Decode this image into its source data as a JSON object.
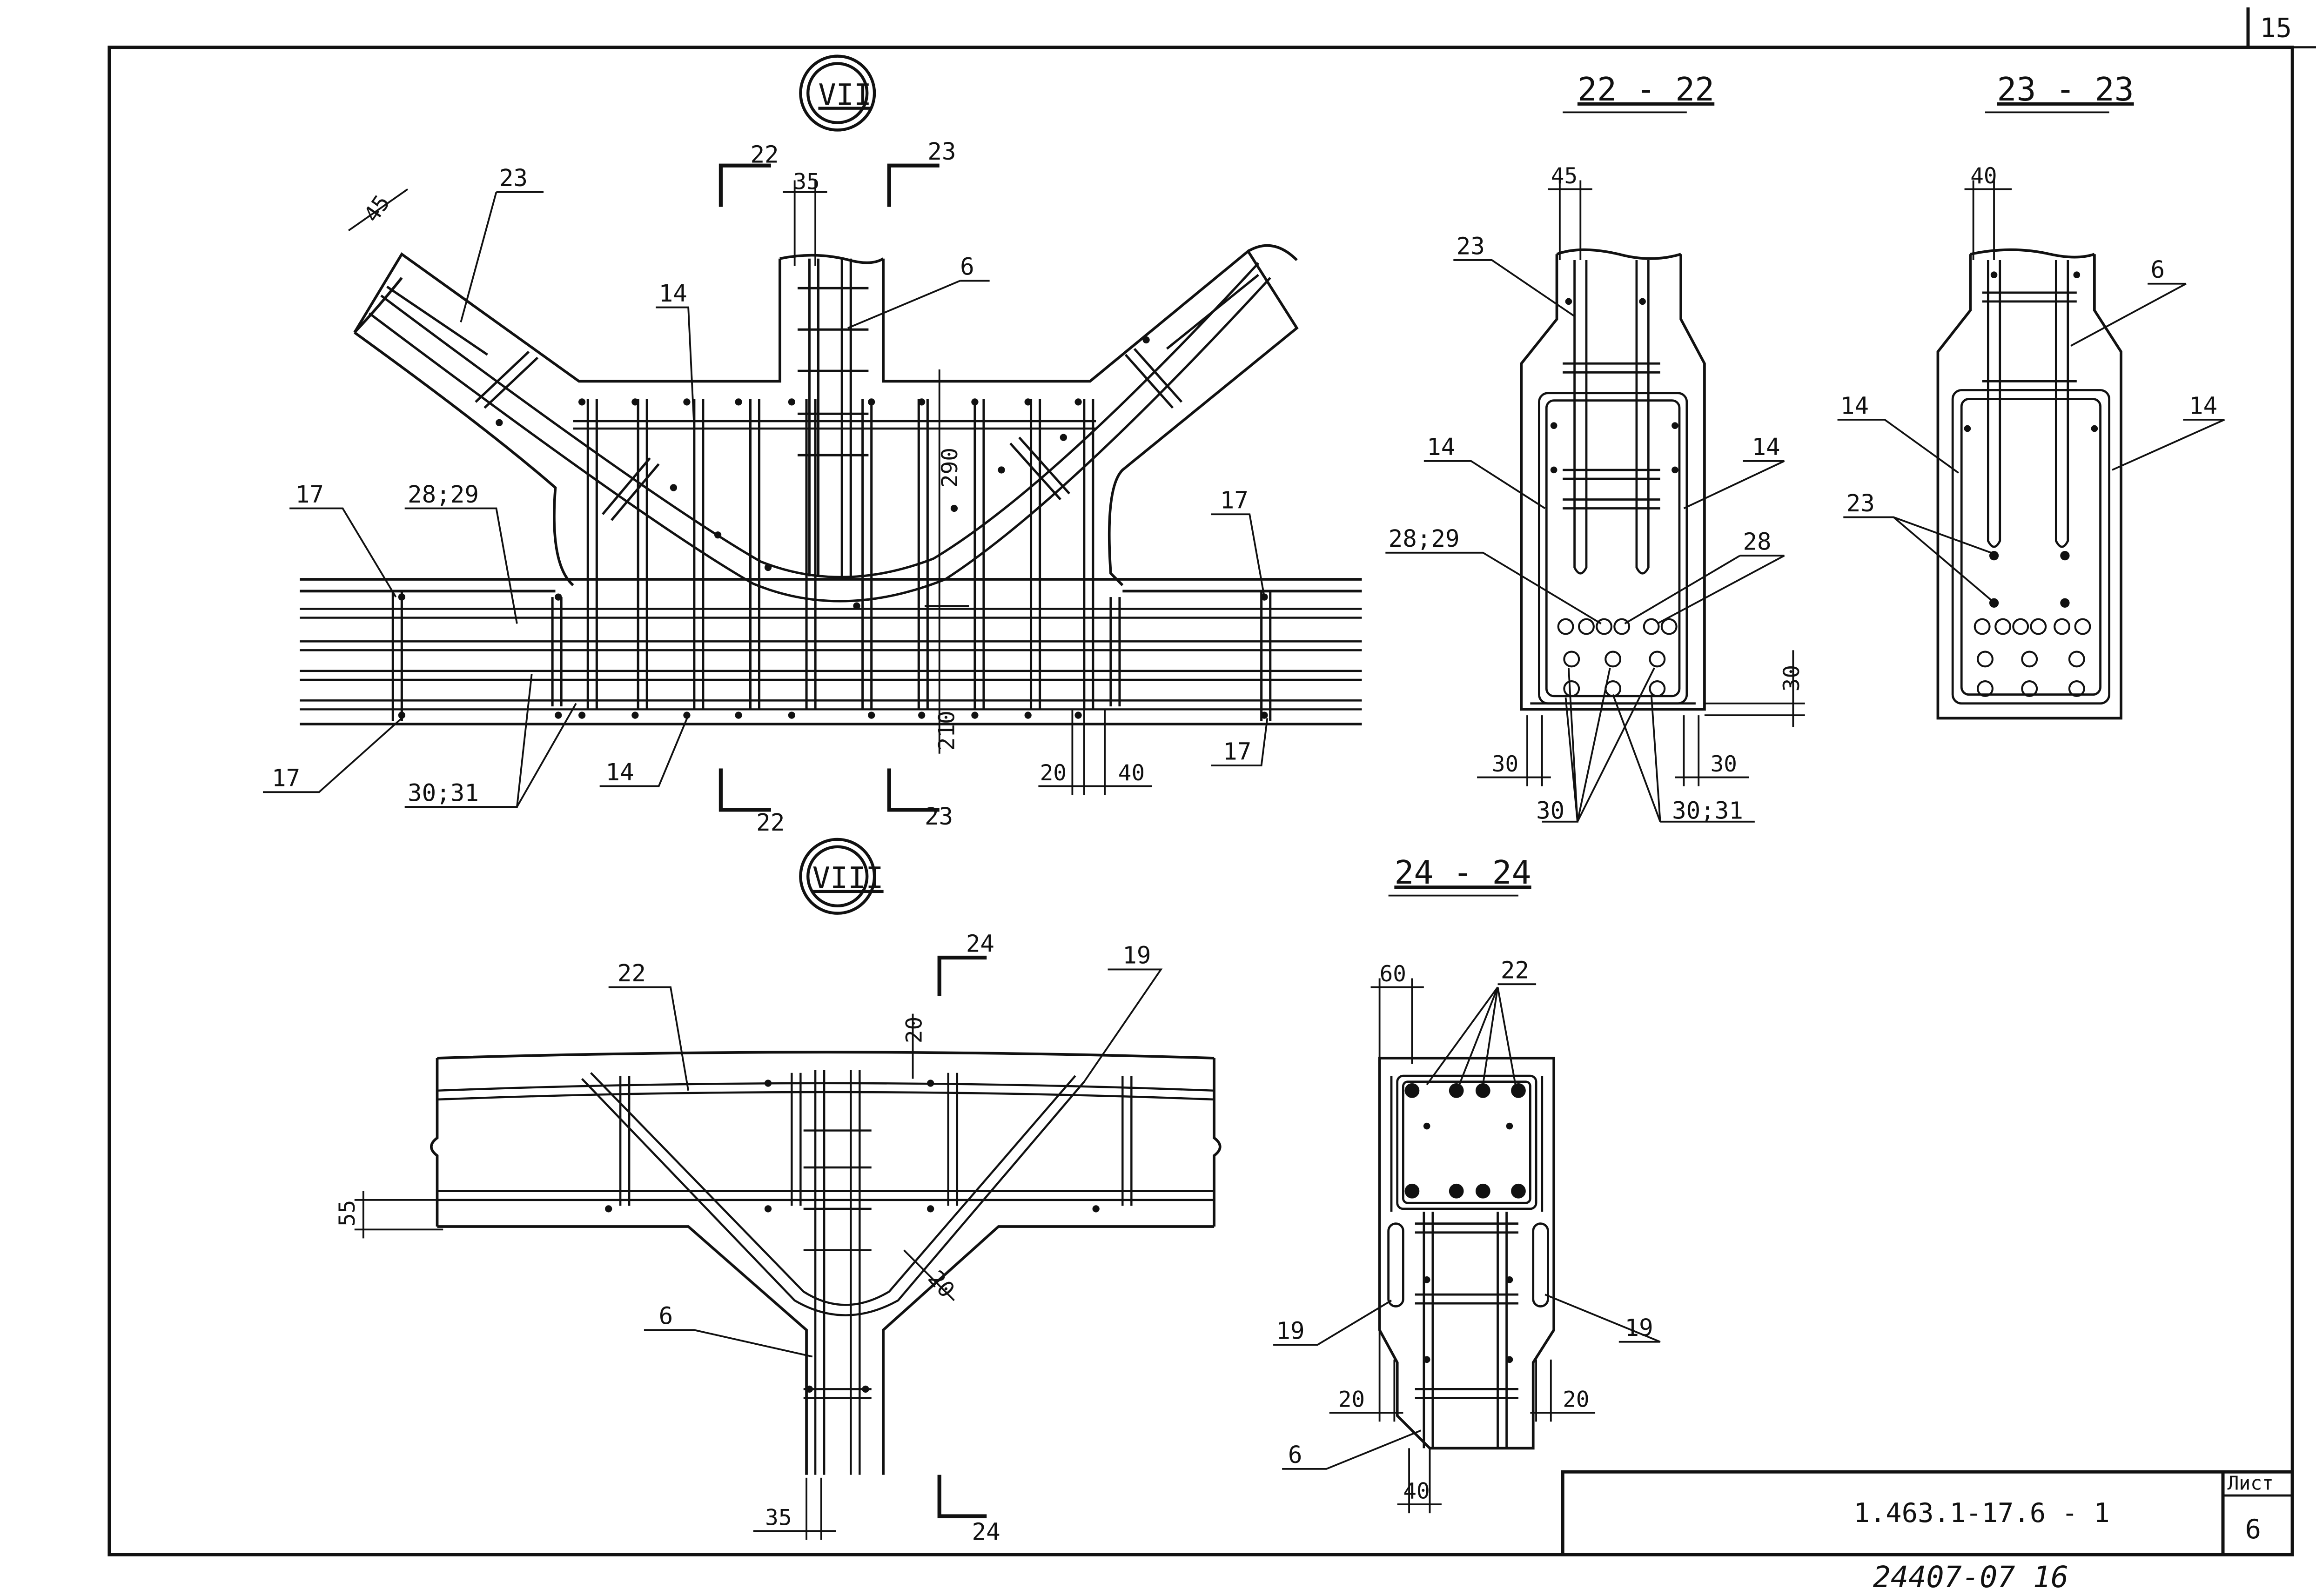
{
  "sheet": {
    "page_corner_number": "15",
    "list_label": "Лист",
    "list_number": "6",
    "document_code": "1.463.1-17.6 - 1",
    "inventory_number": "24407-07  16"
  },
  "views": {
    "node_vii": {
      "title": "VII",
      "section_marks": {
        "left_top": "22",
        "right_top": "23",
        "left_bottom": "22",
        "right_bottom": "23"
      },
      "dims": {
        "incline": "45",
        "top_width": "35",
        "height_upper": "290",
        "height_lower": "210",
        "gap_a": "20",
        "gap_b": "40"
      },
      "callouts": {
        "incline_bar": "23",
        "column_bar": "6",
        "stirrup": "14",
        "left_top": "17",
        "left_mid": "28;29",
        "left_bottom": "17",
        "bottom_bars": "30;31",
        "bottom_stirrup": "14",
        "right_top": "17",
        "right_bottom": "17"
      }
    },
    "node_viii": {
      "title": "VIII",
      "section_mark": "24",
      "dims": {
        "top_gap": "20",
        "cover": "55",
        "bend": "20",
        "bottom_width": "35"
      },
      "callouts": {
        "top_bar": "22",
        "diagonal": "19",
        "column": "6"
      }
    },
    "section_22": {
      "title": "22 - 22",
      "dims": {
        "top": "45",
        "cover_right": "30",
        "bottom_left": "30",
        "bottom_right": "30"
      },
      "callouts": {
        "top": "23",
        "left_stirrup": "14",
        "right_stirrup": "14",
        "left_bars": "28;29",
        "right_bars": "28",
        "bottom_left": "30",
        "bottom_right": "30;31"
      }
    },
    "section_23": {
      "title": "23 - 23",
      "dims": {
        "top": "40"
      },
      "callouts": {
        "top_right": "6",
        "left": "14",
        "right": "14",
        "bars": "23"
      }
    },
    "section_24": {
      "title": "24 - 24",
      "dims": {
        "top": "60",
        "left_bottom": "20",
        "right_bottom": "20",
        "bottom": "40"
      },
      "callouts": {
        "top": "22",
        "left": "19",
        "right": "19",
        "bottom": "6"
      }
    }
  }
}
